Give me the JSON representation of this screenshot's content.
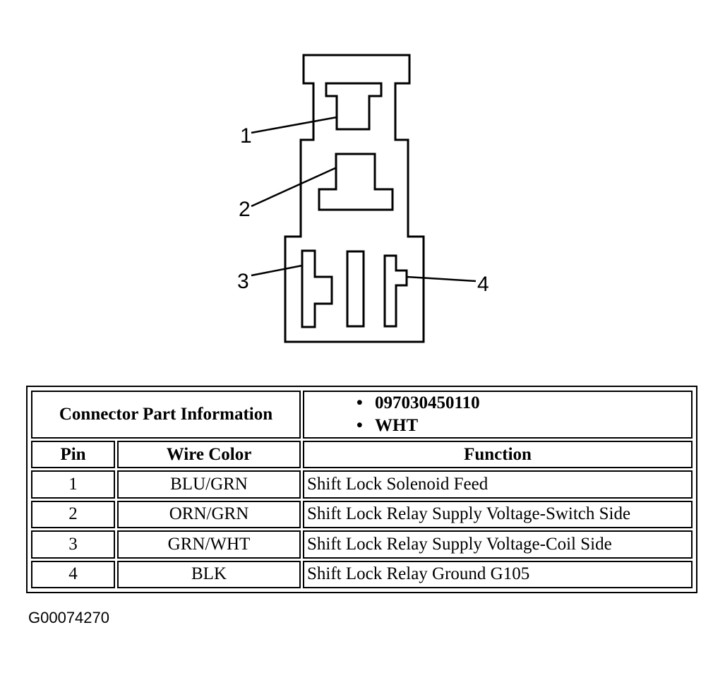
{
  "pin_callouts": [
    "1",
    "2",
    "3",
    "4"
  ],
  "connector_info": {
    "label": "Connector Part Information",
    "items": [
      "097030450110",
      "WHT"
    ]
  },
  "table": {
    "headers": {
      "pin": "Pin",
      "wire_color": "Wire Color",
      "function": "Function"
    },
    "rows": [
      {
        "pin": "1",
        "wire_color": "BLU/GRN",
        "function": "Shift Lock Solenoid Feed"
      },
      {
        "pin": "2",
        "wire_color": "ORN/GRN",
        "function": "Shift Lock Relay Supply Voltage-Switch Side"
      },
      {
        "pin": "3",
        "wire_color": "GRN/WHT",
        "function": "Shift Lock Relay Supply Voltage-Coil Side"
      },
      {
        "pin": "4",
        "wire_color": "BLK",
        "function": "Shift Lock Relay Ground G105"
      }
    ]
  },
  "figure_id": "G00074270"
}
